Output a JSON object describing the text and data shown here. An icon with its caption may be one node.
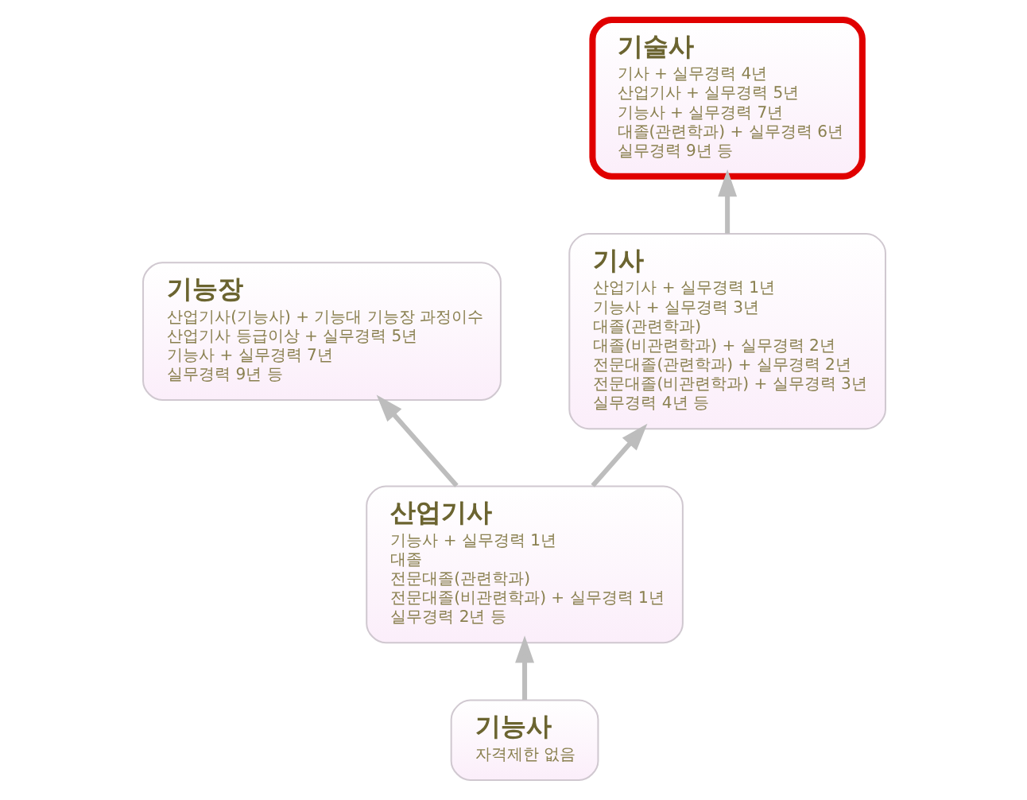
{
  "diagram": {
    "nodes": [
      {
        "text": [
          "기술사",
          "기사 + 실무경력 4년",
          "산업기사 + 실무경력 5년",
          "기능사 + 실무경력 7년",
          "대졸(관련학과) + 실무경력 6년",
          "실무경력 9년 등"
        ]
      },
      {
        "text": [
          "기능장",
          "산업기사(기능사) + 기능대 기능장 과정이수",
          "산업기사 등급이상 + 실무경력 5년",
          "기능사 + 실무경력 7년",
          "실무경력 9년 등"
        ]
      },
      {
        "text": [
          "기사",
          "산업기사 + 실무경력 1년",
          "기능사 + 실무경력 3년",
          "대졸(관련학과)",
          "대졸(비관련학과) + 실무경력 2년",
          "전문대졸(관련학과) + 실무경력 2년",
          "전문대졸(비관련학과) + 실무경력 3년",
          "실무경력 4년 등"
        ]
      },
      {
        "text": [
          "산업기사",
          "기능사 + 실무경력 1년",
          "대졸",
          "전문대졸(관련학과)",
          "전문대졸(비관련학과) + 실무경력 1년",
          "실무경력 2년 등"
        ]
      },
      {
        "text": [
          "기능사",
          "자격제한 없음"
        ]
      }
    ],
    "edges": [
      {
        "from": 4,
        "to": 3,
        "arrow": "to"
      },
      {
        "from": 3,
        "to": 2,
        "arrow": "to"
      },
      {
        "from": 2,
        "to": 0,
        "arrow": "to"
      },
      {
        "from": 3,
        "to": 1,
        "arrow": "to"
      }
    ]
  }
}
